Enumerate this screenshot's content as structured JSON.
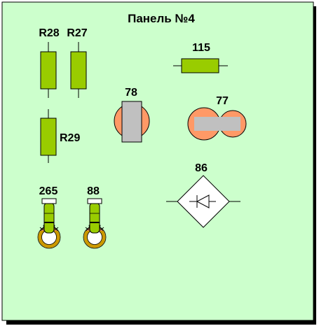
{
  "panel": {
    "title": "Панель №4",
    "background_color": "#ccffcc",
    "border_color": "#000000",
    "shadow_color": "#000000"
  },
  "components": {
    "r28": {
      "label": "R28",
      "kind": "resistor-vertical",
      "color": "#99cc00"
    },
    "r27": {
      "label": "R27",
      "kind": "resistor-vertical",
      "color": "#99cc00"
    },
    "r29": {
      "label": "R29",
      "kind": "resistor-vertical",
      "color": "#99cc00"
    },
    "c115": {
      "label": "115",
      "kind": "resistor-horizontal",
      "color": "#99cc00"
    },
    "c78": {
      "label": "78",
      "kind": "round-pad-vertical",
      "pad_color": "#ff9966",
      "body_color": "#c0c0c0"
    },
    "c77": {
      "label": "77",
      "kind": "double-pad-horizontal",
      "pad_color": "#ff9966",
      "body_color": "#c0c0c0"
    },
    "c86": {
      "label": "86",
      "kind": "diode-bridge-diamond",
      "fill_color": "#ffffff"
    },
    "c265": {
      "label": "265",
      "kind": "lamp-socket",
      "body_color": "#99cc00",
      "ring_color": "#cc9900"
    },
    "c88": {
      "label": "88",
      "kind": "lamp-socket",
      "body_color": "#99cc00",
      "ring_color": "#cc9900"
    }
  }
}
